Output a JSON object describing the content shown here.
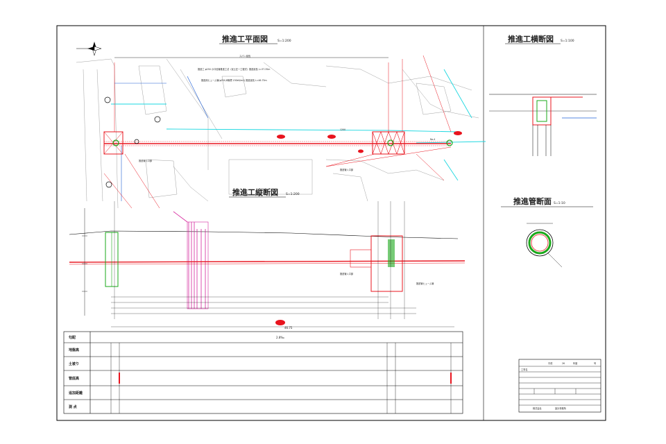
{
  "titles": {
    "plan": "推進工平面図",
    "plan_scale": "S=1:200",
    "cross": "推進工横断図",
    "cross_scale": "S=1:100",
    "profile": "推進工縦断図",
    "profile_scale": "S=1:200",
    "pipe": "推進管断面",
    "pipe_scale": "S=1:10"
  },
  "annotations": {
    "span": "スパン延長",
    "total": "46.75",
    "total_b": "2.8‰"
  },
  "table_rows": [
    "勾配",
    "地盤高",
    "土被り",
    "管底高",
    "追加距離",
    "測 点"
  ],
  "title_block": {
    "year": "平成",
    "year_num": "26",
    "year_unit": "年度",
    "no": "号",
    "name_lbl": "工事名",
    "company": "株式会社",
    "office": "設計事務所"
  },
  "colors": {
    "frame": "#000000",
    "pipe": "#e8141e",
    "shaft": "#1aa81a",
    "cyan": "#1ad7e0",
    "magenta": "#d6249c",
    "blue": "#1e5fd6"
  }
}
